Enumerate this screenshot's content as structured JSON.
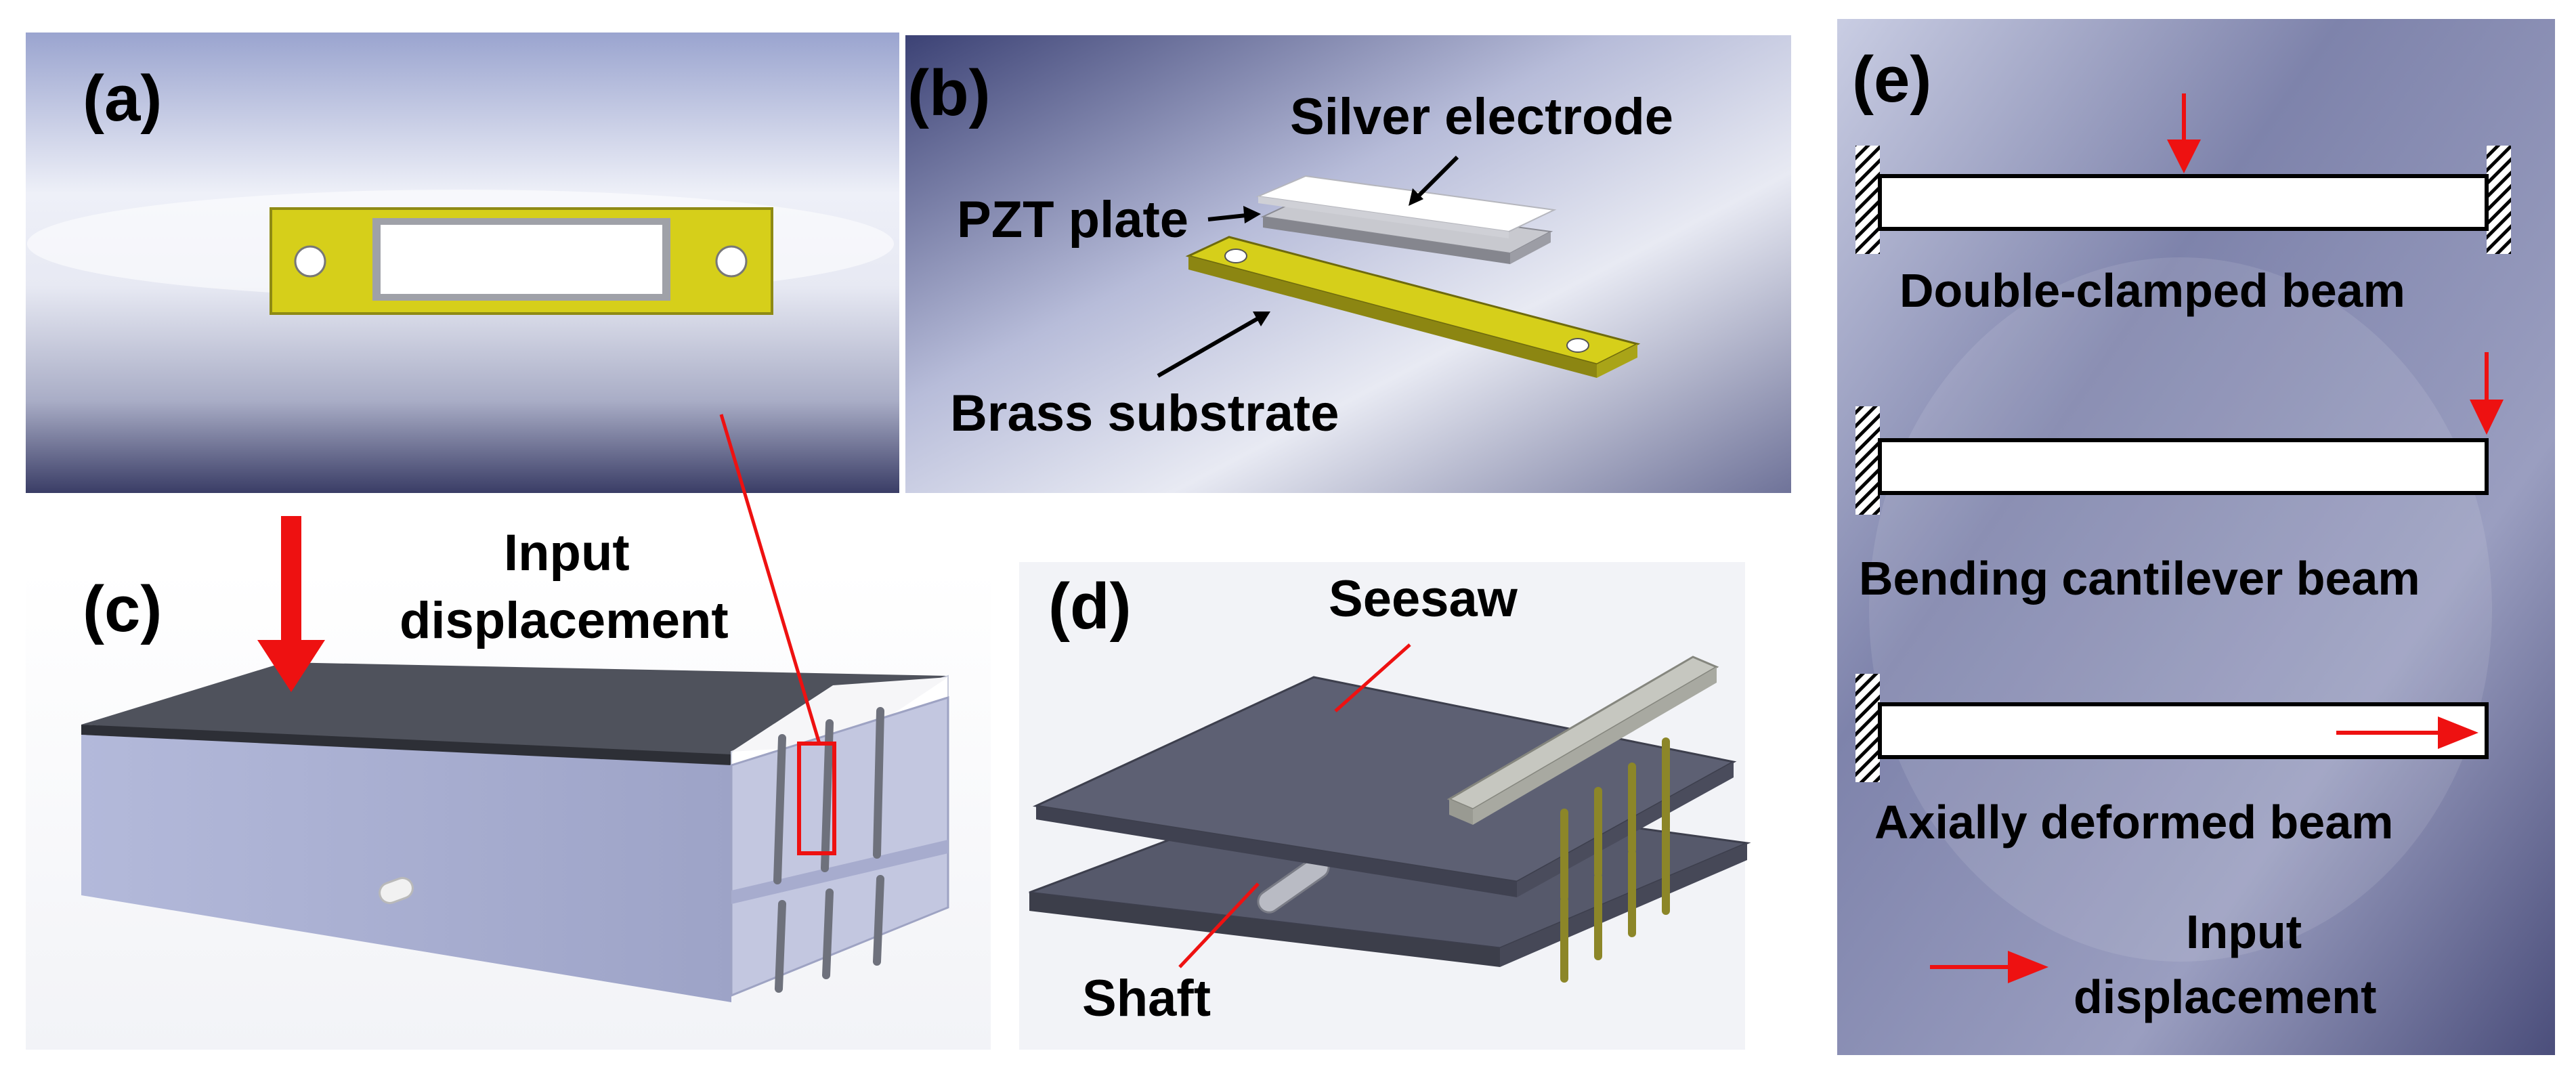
{
  "panels": {
    "a": {
      "letter": "(a)"
    },
    "b": {
      "letter": "(b)",
      "silver_electrode": "Silver electrode",
      "pzt_plate": "PZT plate",
      "brass_substrate": "Brass substrate"
    },
    "c": {
      "letter": "(c)",
      "input_line1": "Input",
      "input_line2": "displacement"
    },
    "d": {
      "letter": "(d)",
      "seesaw": "Seesaw",
      "shaft": "Shaft"
    },
    "e": {
      "letter": "(e)",
      "double_clamped": "Double-clamped beam",
      "bending_cantilever": "Bending cantilever beam",
      "axially_deformed": "Axially deformed beam",
      "legend_line1": "Input",
      "legend_line2": "displacement"
    }
  },
  "colors": {
    "arrow": "#ee1111",
    "brass": "#d6cf1a",
    "panel_bg_dark": "#3d3f6e",
    "panel_bg_light": "#e4e6f2",
    "box_grey": "#a7aed1",
    "plate_dark": "#52566a"
  }
}
